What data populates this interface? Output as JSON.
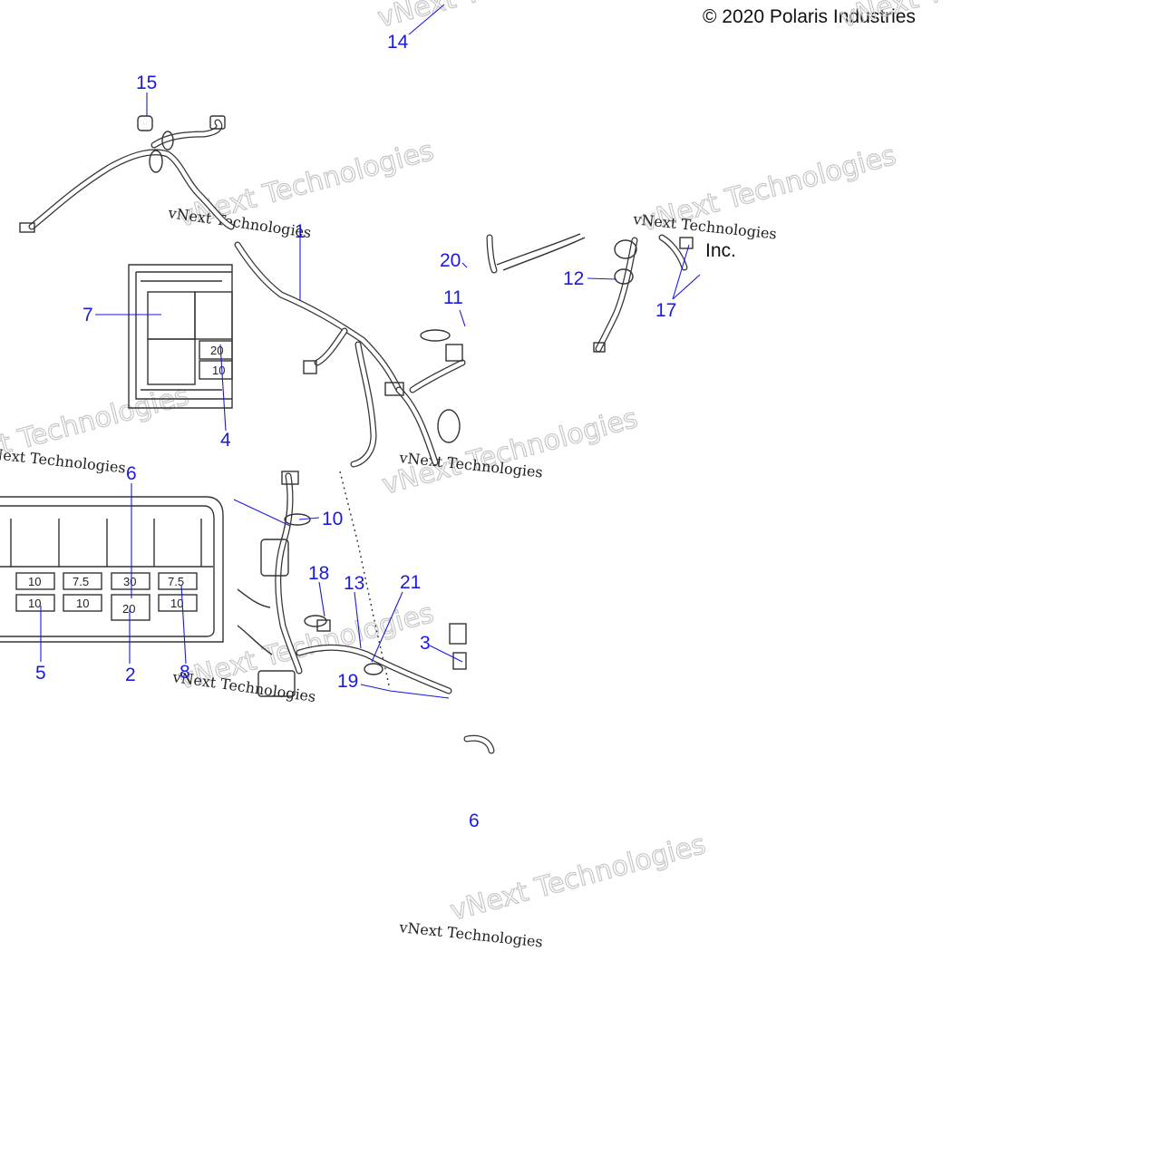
{
  "copyright": "© 2020 Polaris Industries",
  "inc_text": "Inc.",
  "watermark_small": "vNext Technologies",
  "watermark_big": "vNext Technologies",
  "callouts": {
    "c1": "1",
    "c2": "2",
    "c3": "3",
    "c4": "4",
    "c5": "5",
    "c6a": "6",
    "c6b": "6",
    "c7": "7",
    "c8": "8",
    "c10": "10",
    "c11": "11",
    "c12": "12",
    "c13": "13",
    "c14": "14",
    "c15": "15",
    "c17": "17",
    "c18": "18",
    "c19": "19",
    "c20": "20",
    "c21": "21"
  },
  "fuse_box_small": {
    "fuses": [
      "20",
      "10"
    ]
  },
  "fuse_box_large": {
    "top_row": [
      "10",
      "7.5",
      "30",
      "7.5"
    ],
    "bottom_row": [
      "10",
      "10",
      "20",
      "10"
    ]
  },
  "colors": {
    "callout": "#1a1ae0",
    "line": "#333333"
  }
}
